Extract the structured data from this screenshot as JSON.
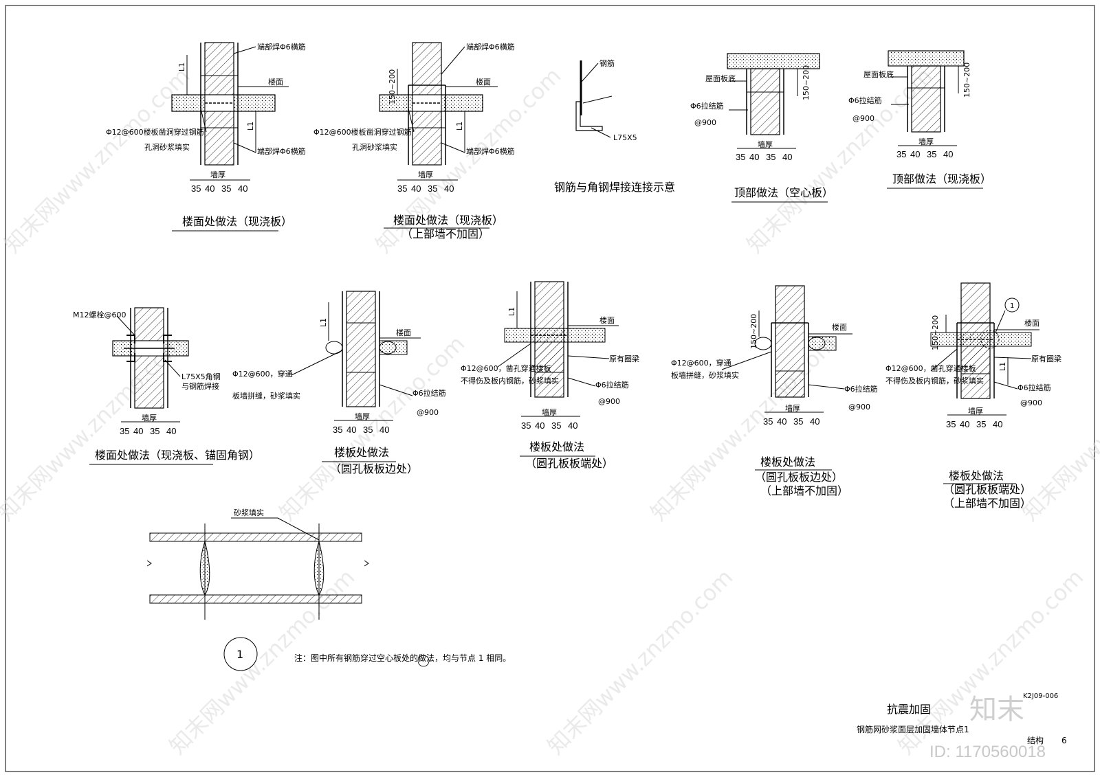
{
  "details": [
    {
      "title": "楼面处做法（现浇板）",
      "subtitle": "",
      "labels": {
        "top": "端部焊Φ6横筋",
        "floor": "楼面",
        "left1": "Φ12@600楼板凿洞穿过钢筋",
        "left2": "孔洞砂浆填实",
        "bottom": "端部焊Φ6横筋",
        "l1a": "L1",
        "l1b": "L1"
      },
      "dims": {
        "wall": "墙厚",
        "a": "35",
        "b": "40",
        "c": "35",
        "d": "40"
      }
    },
    {
      "title": "楼面处做法（现浇板）",
      "subtitle": "（上部墙不加固）",
      "labels": {
        "top": "端部焊Φ6横筋",
        "floor": "楼面",
        "height": "150~200",
        "left1": "Φ12@600楼板凿洞穿过钢筋",
        "left2": "孔洞砂浆填实",
        "bottom": "端部焊Φ6横筋",
        "l1": "L1"
      },
      "dims": {
        "wall": "墙厚",
        "a": "35",
        "b": "40",
        "c": "35",
        "d": "40"
      }
    },
    {
      "title": "钢筋与角钢焊接连接示意",
      "subtitle": "",
      "labels": {
        "rebar": "钢筋",
        "angle": "L75X5"
      }
    },
    {
      "title": "顶部做法（空心板）",
      "subtitle": "",
      "labels": {
        "roof": "屋面板底",
        "tie": "Φ6拉结筋",
        "spacing": "@900",
        "height": "150~200"
      },
      "dims": {
        "wall": "墙厚",
        "a": "35",
        "b": "40",
        "c": "35",
        "d": "40"
      }
    },
    {
      "title": "顶部做法（现浇板）",
      "subtitle": "",
      "labels": {
        "roof": "屋面板底",
        "tie": "Φ6拉结筋",
        "spacing": "@900",
        "height": "150~200"
      },
      "dims": {
        "wall": "墙厚",
        "a": "35",
        "b": "40",
        "c": "35",
        "d": "40"
      }
    },
    {
      "title": "楼面处做法（现浇板、锚固角钢）",
      "subtitle": "",
      "labels": {
        "bolt": "M12螺栓@600",
        "angle1": "L75X5角钢",
        "angle2": "与钢筋焊接"
      },
      "dims": {
        "wall": "墙厚",
        "a": "35",
        "b": "40",
        "c": "35",
        "d": "40"
      }
    },
    {
      "title": "楼板处做法",
      "subtitle": "（圆孔板板边处）",
      "labels": {
        "floor": "楼面",
        "r1": "Φ12@600，穿通",
        "r2": "板墙拼缝，砂浆填实",
        "tie": "Φ6拉结筋",
        "spacing": "@900",
        "l1": "L1"
      },
      "dims": {
        "wall": "墙厚",
        "a": "35",
        "b": "40",
        "c": "35",
        "d": "40"
      }
    },
    {
      "title": "楼板处做法",
      "subtitle": "（圆孔板板端处）",
      "labels": {
        "floor": "楼面",
        "beam": "原有圈梁",
        "r1": "Φ12@600，凿孔穿通楼板",
        "r2": "不得伤及板内钢筋，砂浆填实",
        "tie": "Φ6拉结筋",
        "spacing": "@900",
        "l1": "L1"
      },
      "dims": {
        "wall": "墙厚",
        "a": "35",
        "b": "40",
        "c": "35",
        "d": "40"
      }
    },
    {
      "title": "楼板处做法",
      "subtitle": "（圆孔板板边处）",
      "subtitle2": "（上部墙不加固）",
      "labels": {
        "floor": "楼面",
        "height": "150~200",
        "r1": "Φ12@600，穿通",
        "r2": "板墙拼缝，砂浆填实",
        "tie": "Φ6拉结筋",
        "spacing": "@900"
      },
      "dims": {
        "wall": "墙厚",
        "a": "35",
        "b": "40",
        "c": "35",
        "d": "40"
      }
    },
    {
      "title": "楼板处做法",
      "subtitle": "（圆孔板板端处）",
      "subtitle2": "（上部墙不加固）",
      "labels": {
        "floor": "楼面",
        "height": "150~200",
        "beam": "原有圈梁",
        "r1": "Φ12@600，凿孔穿通楼板",
        "r2": "不得伤及板内钢筋，砂浆填实",
        "tie": "Φ6拉结筋",
        "spacing": "@900",
        "marker": "1",
        "l1": "L1"
      },
      "dims": {
        "wall": "墙厚",
        "a": "35",
        "b": "40",
        "c": "35",
        "d": "40"
      }
    }
  ],
  "node1": {
    "label": "砂浆填实",
    "marker": "1"
  },
  "note": "注：图中所有钢筋穿过空心板处的做法，均与节点 1 相同。",
  "title_block": {
    "project": "抗震加固",
    "drawing_title": "钢筋网砂浆面层加固墙体节点1",
    "drawing_no": "K2J09-006",
    "sheet_label": "结构",
    "sheet_no": "6"
  },
  "watermark": {
    "text": "知末网www.znzmo.com",
    "brand": "知末",
    "id": "ID: 1170560018"
  }
}
